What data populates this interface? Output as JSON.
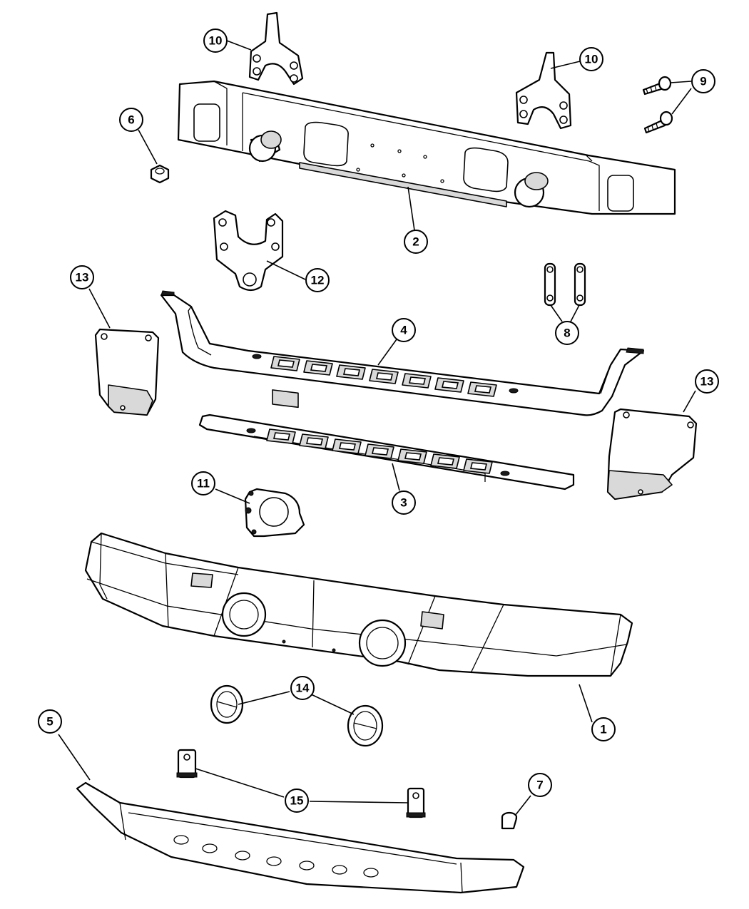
{
  "diagram": {
    "callouts": [
      {
        "id": "callout-1",
        "label": "1"
      },
      {
        "id": "callout-2",
        "label": "2"
      },
      {
        "id": "callout-3",
        "label": "3"
      },
      {
        "id": "callout-4",
        "label": "4"
      },
      {
        "id": "callout-5",
        "label": "5"
      },
      {
        "id": "callout-6",
        "label": "6"
      },
      {
        "id": "callout-7",
        "label": "7"
      },
      {
        "id": "callout-8",
        "label": "8"
      },
      {
        "id": "callout-9",
        "label": "9"
      },
      {
        "id": "callout-10a",
        "label": "10"
      },
      {
        "id": "callout-10b",
        "label": "10"
      },
      {
        "id": "callout-11",
        "label": "11"
      },
      {
        "id": "callout-12",
        "label": "12"
      },
      {
        "id": "callout-13a",
        "label": "13"
      },
      {
        "id": "callout-13b",
        "label": "13"
      },
      {
        "id": "callout-14",
        "label": "14"
      },
      {
        "id": "callout-15",
        "label": "15"
      }
    ]
  }
}
